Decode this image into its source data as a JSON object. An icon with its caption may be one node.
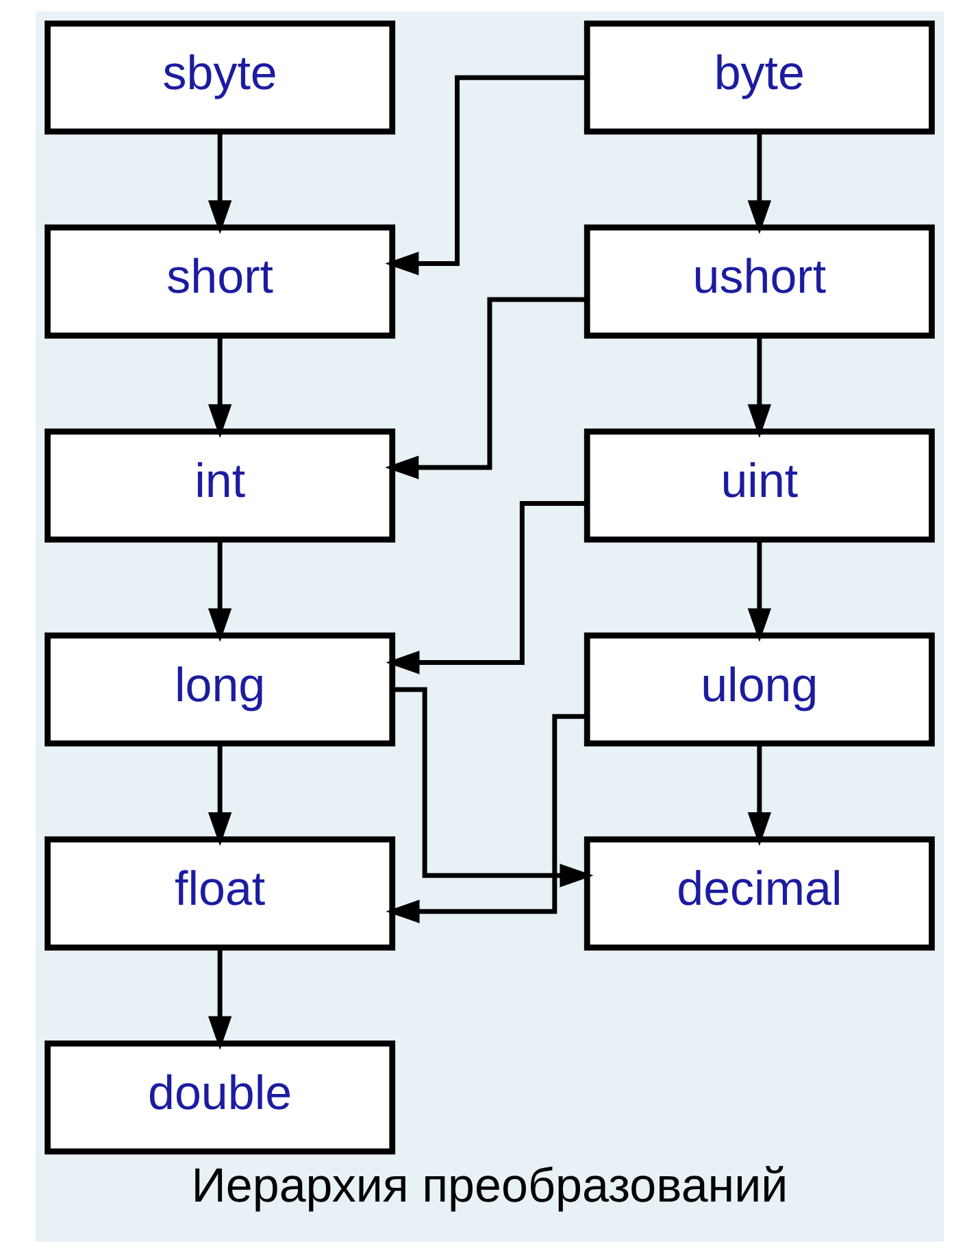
{
  "diagram": {
    "caption": "Иерархия преобразований",
    "nodes": [
      {
        "text": [
          "sbyte"
        ]
      },
      {
        "text": [
          "byte"
        ]
      },
      {
        "text": [
          "short"
        ]
      },
      {
        "text": [
          "ushort"
        ]
      },
      {
        "text": [
          "int"
        ]
      },
      {
        "text": [
          "uint"
        ]
      },
      {
        "text": [
          "long"
        ]
      },
      {
        "text": [
          "ulong"
        ]
      },
      {
        "text": [
          "float"
        ]
      },
      {
        "text": [
          "double"
        ]
      },
      {
        "text": [
          "decimal"
        ]
      }
    ],
    "edges": [
      {
        "from": 0,
        "to": 2,
        "arrow": "to"
      },
      {
        "from": 1,
        "to": 2,
        "arrow": "to"
      },
      {
        "from": 1,
        "to": 3,
        "arrow": "to"
      },
      {
        "from": 2,
        "to": 4,
        "arrow": "to"
      },
      {
        "from": 3,
        "to": 4,
        "arrow": "to"
      },
      {
        "from": 3,
        "to": 5,
        "arrow": "to"
      },
      {
        "from": 4,
        "to": 6,
        "arrow": "to"
      },
      {
        "from": 5,
        "to": 6,
        "arrow": "to"
      },
      {
        "from": 5,
        "to": 7,
        "arrow": "to"
      },
      {
        "from": 6,
        "to": 8,
        "arrow": "to"
      },
      {
        "from": 7,
        "to": 8,
        "arrow": "to"
      },
      {
        "from": 8,
        "to": 9,
        "arrow": "to"
      },
      {
        "from": 6,
        "to": 10,
        "arrow": "to"
      },
      {
        "from": 7,
        "to": 10,
        "arrow": "to"
      }
    ]
  }
}
